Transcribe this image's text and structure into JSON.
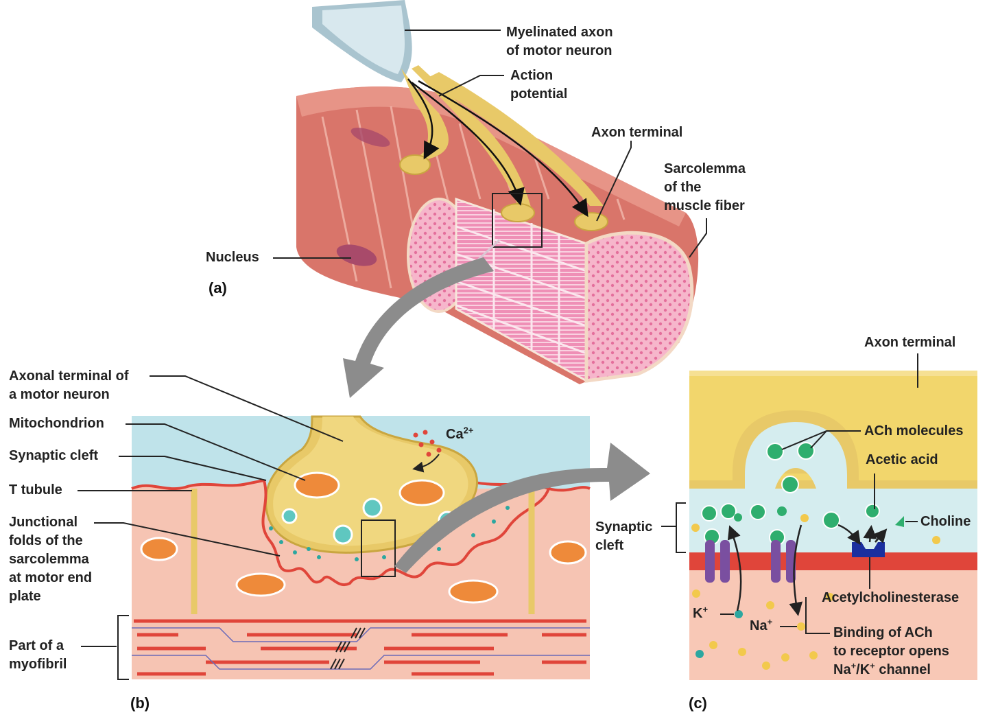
{
  "panel_a": {
    "tag": "(a)",
    "labels": {
      "myelinated_axon": [
        "Myelinated axon",
        "of motor neuron"
      ],
      "action_potential": [
        "Action",
        "potential"
      ],
      "axon_terminal": "Axon terminal",
      "sarcolemma": [
        "Sarcolemma",
        "of the",
        "muscle fiber"
      ],
      "nucleus": "Nucleus"
    }
  },
  "panel_b": {
    "tag": "(b)",
    "labels": {
      "axonal_terminal": [
        "Axonal terminal of",
        "a motor neuron"
      ],
      "mitochondrion": "Mitochondrion",
      "synaptic_cleft": "Synaptic cleft",
      "t_tubule": "T tubule",
      "junctional_folds": [
        "Junctional",
        "folds of the",
        "sarcolemma",
        "at motor end",
        "plate"
      ],
      "myofibril": [
        "Part of a",
        "myofibril"
      ],
      "calcium": "Ca",
      "calcium_charge": "2+"
    }
  },
  "panel_c": {
    "tag": "(c)",
    "labels": {
      "axon_terminal": "Axon terminal",
      "ach_molecules": "ACh molecules",
      "acetic_acid": "Acetic acid",
      "choline": "Choline",
      "synaptic_cleft": [
        "Synaptic",
        "cleft"
      ],
      "acetylcholinesterase": "Acetylcholinesterase",
      "potassium": "K",
      "potassium_charge": "+",
      "sodium": "Na",
      "sodium_charge": "+",
      "binding": [
        "Binding of ACh",
        "to receptor opens"
      ],
      "channel_na": "Na",
      "channel_sep": "/K",
      "channel_plus": "+",
      "channel_tail": " channel"
    }
  },
  "colors": {
    "muscle": "#d9756a",
    "muscle_light": "#f0b3a4",
    "myofibril_pink": "#ee7fae",
    "axon_gold": "#e8c968",
    "axon_dark": "#c9a640",
    "membrane_red": "#e0453a",
    "cleft_blue": "#bfe3ea",
    "ach_green": "#2fae6e",
    "channel_purple": "#7a4fa0",
    "enzyme_blue": "#1b2f9e",
    "ion_yellow": "#f2c94c",
    "arrow_gray": "#8c8c8c"
  }
}
